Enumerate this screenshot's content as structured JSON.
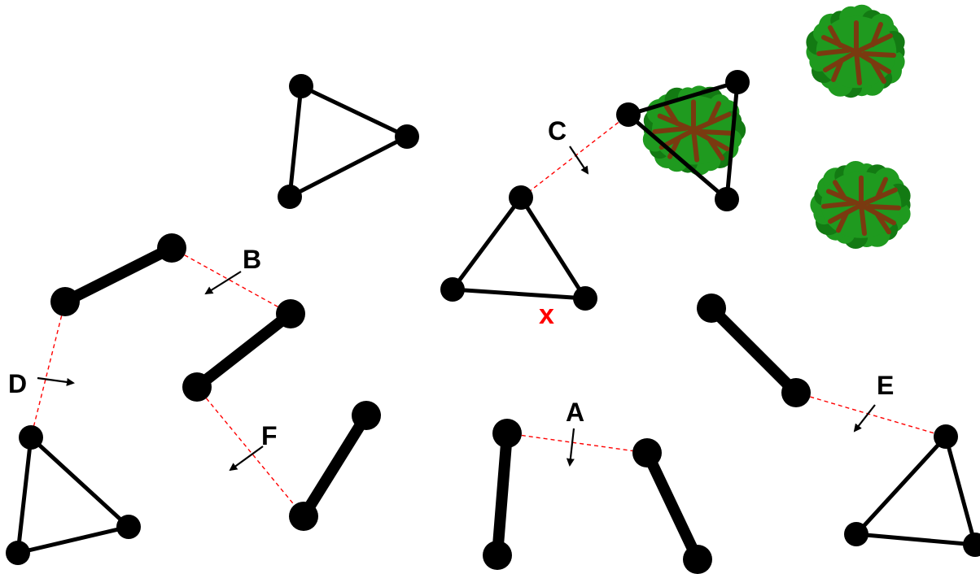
{
  "colors": {
    "stroke": "#000000",
    "link_line": "#ff0000",
    "marker": "#ff0000",
    "foliage": "#1f9a1f",
    "foliage_dark": "#137a13",
    "branch": "#7a3a10"
  },
  "labels": {
    "A": "A",
    "B": "B",
    "C": "C",
    "D": "D",
    "E": "E",
    "F": "F"
  },
  "marker": {
    "text": "x"
  },
  "icons": {
    "triangle": "triangle-shape",
    "rod": "rod-shape",
    "tree": "tree-icon",
    "arrow": "arrow-icon"
  }
}
